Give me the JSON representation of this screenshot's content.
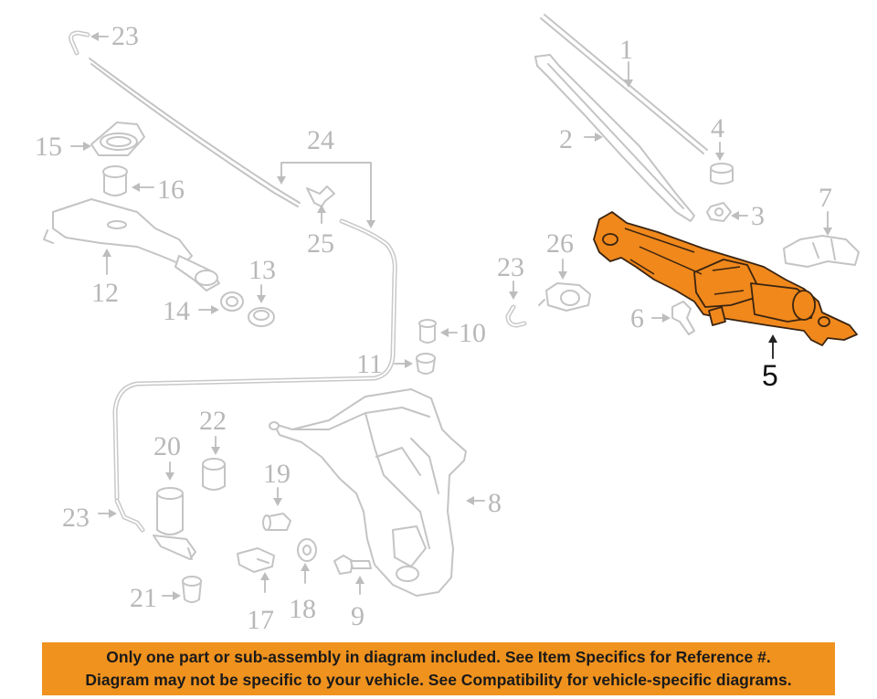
{
  "diagram": {
    "colors": {
      "highlight": "#f0881c",
      "line": "#c4c4c4",
      "label": "#b8b8b8"
    },
    "callouts": {
      "c1": "1",
      "c2": "2",
      "c3": "3",
      "c4": "4",
      "c5": "5",
      "c6": "6",
      "c7": "7",
      "c8": "8",
      "c9": "9",
      "c10": "10",
      "c11": "11",
      "c12": "12",
      "c13": "13",
      "c14": "14",
      "c15": "15",
      "c16": "16",
      "c17": "17",
      "c18": "18",
      "c19": "19",
      "c20": "20",
      "c21": "21",
      "c22": "22",
      "c23a": "23",
      "c23b": "23",
      "c23c": "23",
      "c24": "24",
      "c25": "25",
      "c26": "26"
    },
    "highlighted_part": "5"
  },
  "notice": {
    "line1": "Only one part or sub-assembly in diagram included. See Item Specifics for Reference #.",
    "line2": "Diagram may not be specific to your vehicle. See Compatibility for vehicle-specific diagrams."
  }
}
